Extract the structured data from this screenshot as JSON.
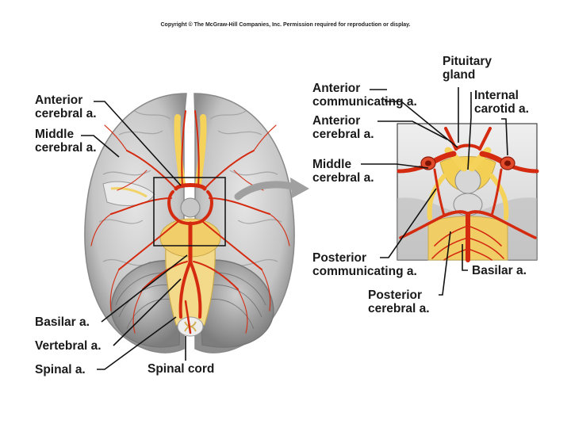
{
  "copyright": "Copyright © The McGraw-Hill Companies, Inc. Permission required for reproduction or display.",
  "left_labels": {
    "anterior_cerebral": [
      "Anterior",
      "cerebral a."
    ],
    "middle_cerebral": [
      "Middle",
      "cerebral a."
    ],
    "basilar": "Basilar a.",
    "vertebral": "Vertebral a.",
    "spinal_a": "Spinal a.",
    "spinal_cord": "Spinal cord"
  },
  "right_labels": {
    "pituitary": [
      "Pituitary",
      "gland"
    ],
    "anterior_communicating": [
      "Anterior",
      "communicating a."
    ],
    "internal_carotid": [
      "Internal",
      "carotid a."
    ],
    "anterior_cerebral": [
      "Anterior",
      "cerebral a."
    ],
    "middle_cerebral": [
      "Middle",
      "cerebral a."
    ],
    "posterior_communicating": [
      "Posterior",
      "communicating a."
    ],
    "basilar": "Basilar a.",
    "posterior_cerebral": [
      "Posterior",
      "cerebral a."
    ]
  },
  "colors": {
    "artery": "#d42a10",
    "nerve_yellow": "#f5d25a",
    "brain_gray": "#c9c9c9",
    "brain_dark": "#8f8f8f",
    "leader_line": "#111111",
    "arrow": "#9a9a9a"
  }
}
